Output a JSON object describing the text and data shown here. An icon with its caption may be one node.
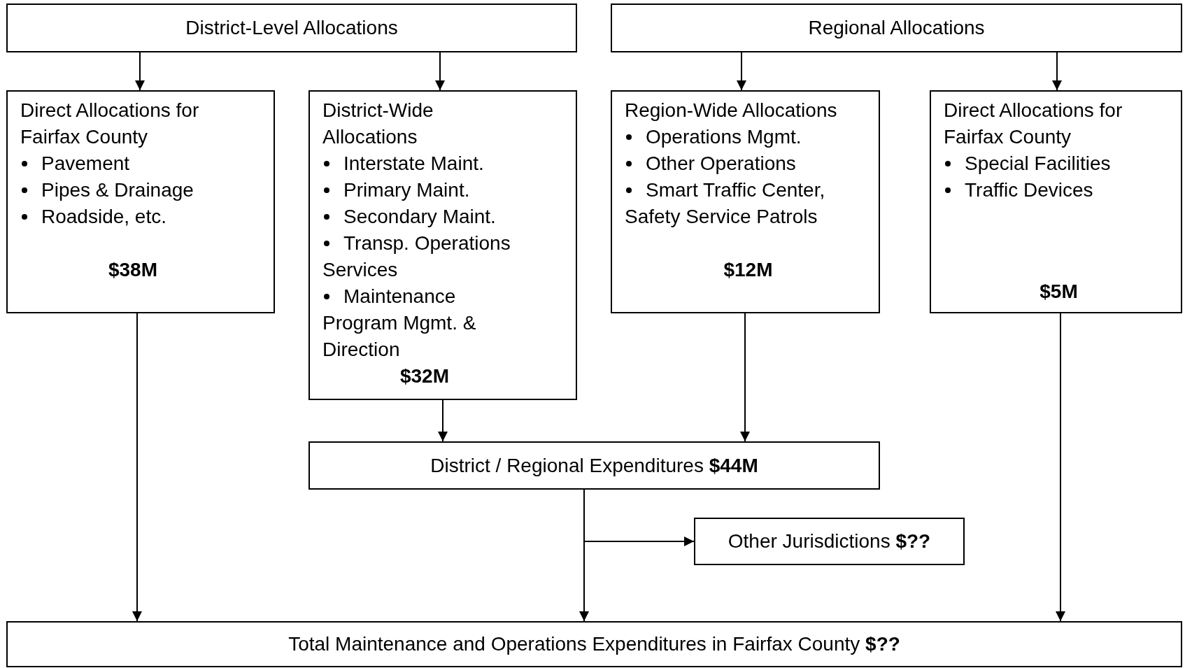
{
  "diagram": {
    "nodes": [
      {
        "text": [
          "District-Level Allocations"
        ]
      },
      {
        "text": [
          "Regional Allocations"
        ]
      },
      {
        "text": [
          "Direct Allocations for Fairfax County",
          "Pavement",
          "Pipes & Drainage",
          "Roadside, etc.",
          "$38M"
        ]
      },
      {
        "text": [
          "District-Wide Allocations",
          "Interstate Maint.",
          "Primary Maint.",
          "Secondary Maint.",
          "Transp. Operations Services",
          "Maintenance Program Mgmt. & Direction",
          "$32M"
        ]
      },
      {
        "text": [
          "Region-Wide Allocations",
          "Operations Mgmt.",
          "Other Operations",
          "Smart Traffic Center, Safety Service Patrols",
          "$12M"
        ]
      },
      {
        "text": [
          "Direct Allocations for Fairfax County",
          "Special Facilities",
          "Traffic Devices",
          "$5M"
        ]
      },
      {
        "text": [
          "District / Regional Expenditures  **$44M**"
        ]
      },
      {
        "text": [
          "Other Jurisdictions  **$??**"
        ]
      },
      {
        "text": [
          "Total Maintenance and Operations Expenditures in Fairfax County  **$??**"
        ]
      }
    ],
    "edges": [
      {
        "from": 0,
        "to": 2,
        "arrow": "to"
      },
      {
        "from": 0,
        "to": 3,
        "arrow": "to"
      },
      {
        "from": 1,
        "to": 4,
        "arrow": "to"
      },
      {
        "from": 1,
        "to": 5,
        "arrow": "to"
      },
      {
        "from": 2,
        "to": 8,
        "arrow": "to"
      },
      {
        "from": 3,
        "to": 6,
        "arrow": "to"
      },
      {
        "from": 4,
        "to": 6,
        "arrow": "to"
      },
      {
        "from": 5,
        "to": 8,
        "arrow": "to"
      },
      {
        "from": 6,
        "to": 8,
        "arrow": "to"
      },
      {
        "from": 6,
        "to": 7,
        "arrow": "to"
      }
    ]
  }
}
